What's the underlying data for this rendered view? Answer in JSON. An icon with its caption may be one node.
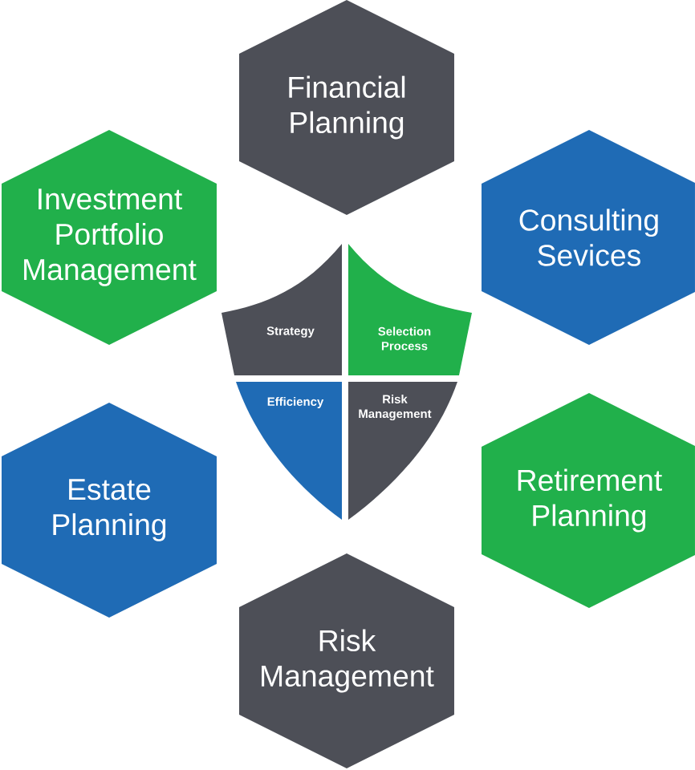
{
  "diagram": {
    "nodes": [
      {
        "text": [
          "Financial Planning"
        ]
      },
      {
        "text": [
          "Investment Portfolio Management"
        ]
      },
      {
        "text": [
          "Consulting Sevices"
        ]
      },
      {
        "text": [
          "Estate Planning"
        ]
      },
      {
        "text": [
          "Retirement Planning"
        ]
      },
      {
        "text": [
          "Risk Management"
        ]
      },
      {
        "text": [
          "Strategy"
        ]
      },
      {
        "text": [
          "Selection Process"
        ]
      },
      {
        "text": [
          "Efficiency"
        ]
      },
      {
        "text": [
          "Risk Management"
        ]
      }
    ]
  }
}
